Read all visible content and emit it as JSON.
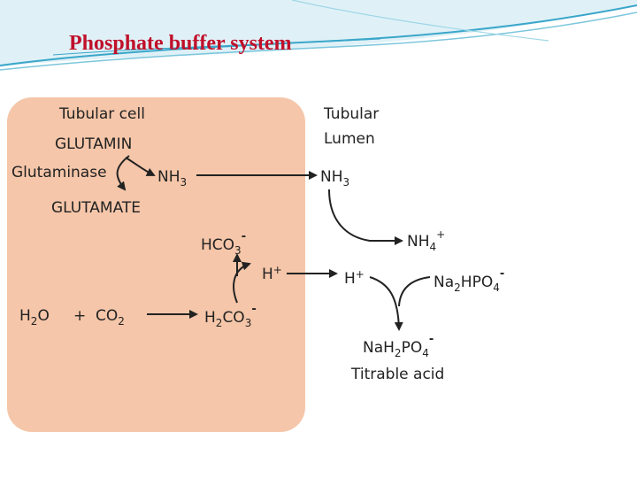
{
  "slide": {
    "title": "Phosphate buffer system"
  },
  "colors": {
    "title": "#c0102a",
    "cell_fill": "#f5c6a9",
    "header_wave": "#3aa6c9",
    "text": "#222222"
  },
  "diagram": {
    "cell_label": "Tubular cell",
    "lumen_label_line1": "Tubular",
    "lumen_label_line2": "Lumen",
    "glutamin": "GLUTAMIN",
    "glutaminase": "Glutaminase",
    "glutamate": "GLUTAMATE",
    "nh3_cell": {
      "base": "NH",
      "sub": "3"
    },
    "nh3_lumen": {
      "base": "NH",
      "sub": "3"
    },
    "nh4": {
      "base": "NH",
      "sub": "4",
      "sup": "+"
    },
    "hco3": {
      "base": "HCO",
      "sub": "3",
      "sup": "-"
    },
    "h_cell": {
      "base": "H",
      "sup": "+"
    },
    "h_lumen": {
      "base": "H",
      "sup": "+"
    },
    "h2o": {
      "a": "H",
      "sub": "2",
      "b": "O"
    },
    "plus": "+",
    "co2": {
      "a": "CO",
      "sub": "2"
    },
    "h2co3": {
      "a": "H",
      "sub1": "2",
      "b": "CO",
      "sub2": "3",
      "sup": "-"
    },
    "na2hpo4": {
      "a": "Na",
      "sub": "2",
      "b": "HPO",
      "sub2": "4",
      "sup": "-"
    },
    "nah2po4": {
      "a": "NaH",
      "sub": "2",
      "b": "PO",
      "sub2": "4",
      "sup": "-"
    },
    "titrable_acid": "Titrable acid"
  }
}
